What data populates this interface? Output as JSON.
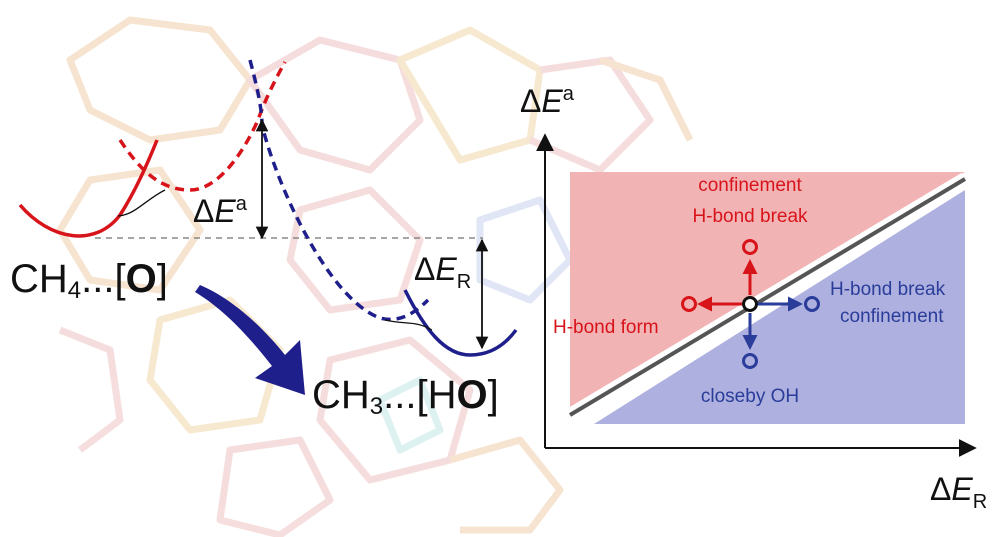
{
  "colors": {
    "reactant": "#d8141b",
    "product": "#1f1f8c",
    "region_upper": "#f2b3b5",
    "region_lower": "#aeb0df",
    "red_text": "#d8141b",
    "blue_text": "#2a3d9a",
    "diagonal": "#555555",
    "background_framework": "#e9c9a0"
  },
  "energy_profile": {
    "reactant": {
      "formula": "CH",
      "subscript": "4",
      "dots": "...",
      "site_open": "[",
      "site": "O",
      "site_close": "]"
    },
    "product": {
      "formula": "CH",
      "subscript": "3",
      "dots": "...",
      "site_open": "[",
      "site_h": "H",
      "site": "O",
      "site_close": "]"
    },
    "barrier_label": {
      "delta": "Δ",
      "symbol": "E",
      "sub": "a"
    },
    "reaction_label": {
      "delta": "Δ",
      "symbol": "E",
      "sub": "R"
    }
  },
  "map": {
    "y_axis": {
      "delta": "Δ",
      "symbol": "E",
      "sub": "a"
    },
    "x_axis": {
      "delta": "Δ",
      "symbol": "E",
      "sub": "R"
    },
    "labels": {
      "up_line1": "confinement",
      "up_line2": "H-bond break",
      "left": "H-bond form",
      "right_line1": "H-bond break",
      "right_line2": "confinement",
      "down": "closeby OH"
    },
    "icons": [
      "center-circle-icon",
      "arrow-up-icon",
      "arrow-down-icon",
      "arrow-left-icon",
      "arrow-right-icon"
    ]
  }
}
